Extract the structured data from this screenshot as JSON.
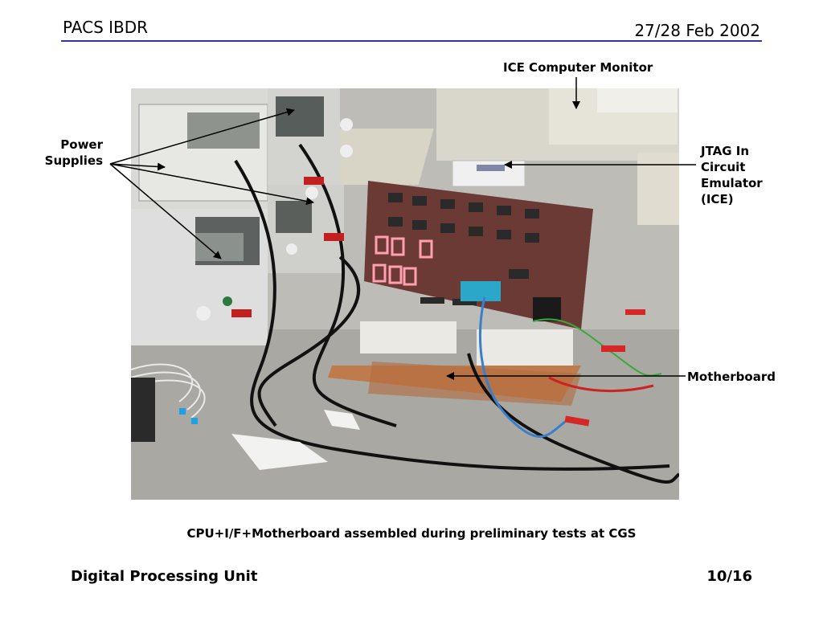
{
  "header": {
    "title": "PACS IBDR",
    "date": "27/28 Feb 2002"
  },
  "labels": {
    "ice_monitor": "ICE Computer Monitor",
    "power_supplies_line1": "Power",
    "power_supplies_line2": "Supplies",
    "jtag_line1": "JTAG In",
    "jtag_line2": "Circuit",
    "jtag_line3": "Emulator",
    "jtag_line4": "(ICE)",
    "motherboard": "Motherboard"
  },
  "caption": "CPU+I/F+Motherboard assembled during preliminary tests at CGS",
  "footer": {
    "section": "Digital Processing Unit",
    "page": "10/16"
  },
  "colors": {
    "header_rule": "#3333aa",
    "board_red": "#6b3a35",
    "led_pink": "#ff9fb0"
  }
}
